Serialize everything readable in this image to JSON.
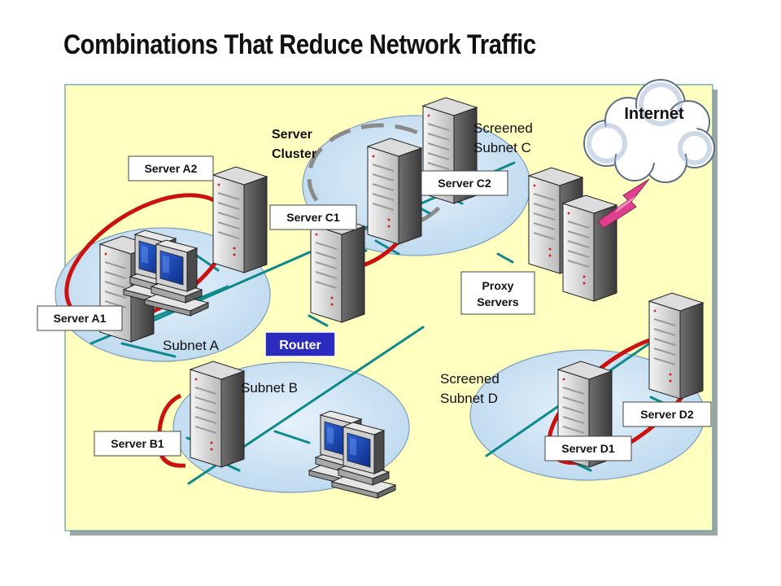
{
  "title": "Combinations That Reduce Network Traffic",
  "internet": "Internet",
  "cluster": {
    "line1": "Server",
    "line2": "Cluster"
  },
  "subnets": {
    "a": "Subnet A",
    "b": "Subnet B",
    "c": {
      "line1": "Screened",
      "line2": "Subnet C"
    },
    "d": {
      "line1": "Screened",
      "line2": "Subnet D"
    }
  },
  "servers": {
    "a1": "Server A1",
    "a2": "Server A2",
    "b1": "Server B1",
    "c1": "Server C1",
    "c2": "Server C2",
    "d1": "Server D1",
    "d2": "Server D2"
  },
  "proxy": {
    "line1": "Proxy",
    "line2": "Servers"
  },
  "router": "Router",
  "colors": {
    "panel": "#ffffc0",
    "subnet": "#cfe6f6",
    "network_line": "#0e8a8a",
    "highlight_ring": "#cc1111",
    "router_badge": "#2b2bc0",
    "lightning": "#e0408e"
  },
  "icons": [
    "server-tower-icon",
    "workstation-icon",
    "cloud-icon",
    "lightning-icon"
  ]
}
